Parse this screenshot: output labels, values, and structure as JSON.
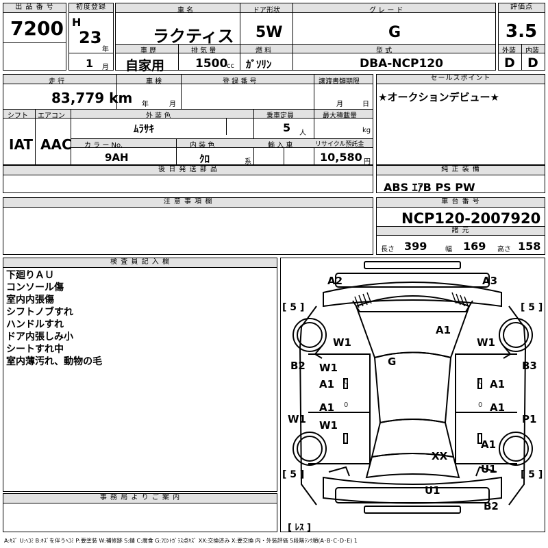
{
  "header": {
    "lot_label": "出 品 番 号",
    "lot": "7200",
    "first_reg_label": "初度登録",
    "era": "H",
    "year": "23",
    "year_unit": "年",
    "month": "1",
    "month_unit": "月",
    "name_label": "車 名",
    "name": "ラクティス",
    "door_label": "ドア形状",
    "door": "5W",
    "grade_label": "グ レ ー ド",
    "grade": "G",
    "score_label": "評価点",
    "score": "3.5",
    "history_label": "車 歴",
    "history": "自家用",
    "disp_label": "排 気 量",
    "disp": "1500",
    "disp_unit": "cc",
    "fuel_label": "燃 料",
    "fuel": "ｶﾞｿﾘﾝ",
    "model_label": "型 式",
    "model": "DBA-NCP120",
    "ext_label": "外装",
    "ext": "D",
    "int_label": "内装",
    "int": "D"
  },
  "row2": {
    "mileage_label": "走 行",
    "mileage": "83,779 km",
    "inspection_label": "車 検",
    "year_unit": "年",
    "month_unit": "月",
    "reg_label": "登 録 番 号",
    "doc_label": "譲渡書類期限",
    "doc_month": "月",
    "doc_day": "日",
    "shift_label": "シフト",
    "shift": "IAT",
    "ac_label": "エアコン",
    "ac": "AAC",
    "color_label": "外 装 色",
    "color": "ﾑﾗｻｷ",
    "seats_label": "乗車定員",
    "seats": "5",
    "seats_unit": "人",
    "load_label": "最大積載量",
    "load_unit": "kg",
    "color_no_label": "カ ラ ー No.",
    "color_no": "9AH",
    "int_color_label": "内 装 色",
    "int_color": "ｸﾛ",
    "int_color_unit": "系",
    "import_label": "輸 入 車",
    "recycle_label": "リサイクル預託金",
    "recycle": "10,580",
    "recycle_unit": "円"
  },
  "sales": {
    "label": "セールスポイント",
    "text": "★オークションデビュー★"
  },
  "later": {
    "label": "後 日 発 送 部 品"
  },
  "equip": {
    "label": "純 正 装 備",
    "text": "ABS ｴｱB PS PW"
  },
  "caution": {
    "label": "注 意 事 項 欄"
  },
  "chassis": {
    "label": "車 台 番 号",
    "number": "NCP120-2007920",
    "spec_label": "諸 元",
    "len_label": "長さ",
    "len": "399",
    "wid_label": "幅",
    "wid": "169",
    "hgt_label": "高さ",
    "hgt": "158"
  },
  "inspector": {
    "label": "検 査 員 記 入 欄",
    "notes": [
      "下廻りＡＵ",
      "コンソール傷",
      "室内内張傷",
      "シフトノブすれ",
      "ハンドルすれ",
      "ドア内張しみ小",
      "シートすれ中",
      "室内薄汚れ、動物の毛"
    ]
  },
  "office": {
    "label": "事 務 局 よ り ご 案 内"
  },
  "diagram": {
    "tires": [
      "[ 5 ]",
      "[ 5 ]",
      "[ 5 ]",
      "[ 5 ]"
    ],
    "spare": "[ ﾚｽ ]",
    "damage": [
      "A2",
      "A3",
      "A1",
      "W1",
      "W1",
      "G",
      "B2",
      "B3",
      "W1",
      "A1",
      "A1",
      "A1",
      "W1",
      "A1",
      "W1",
      "P1",
      "A1",
      "XX",
      "U1",
      "U1",
      "B2"
    ],
    "zeros": [
      "0",
      "0",
      "0",
      "0"
    ]
  },
  "legend": "A:ｷｽﾞ U:ﾍｺﾐ B:ｷｽﾞを伴うﾍｺﾐ P:要塗装 W:補修跡 S:錆 C:腐食 G:ﾌﾛﾝﾄｶﾞﾗｽ点ｷｽﾞ XX:交換済み X:要交換 内・外装評価 5段階ﾗﾝｸ順(A･B･C･D･E) 1"
}
